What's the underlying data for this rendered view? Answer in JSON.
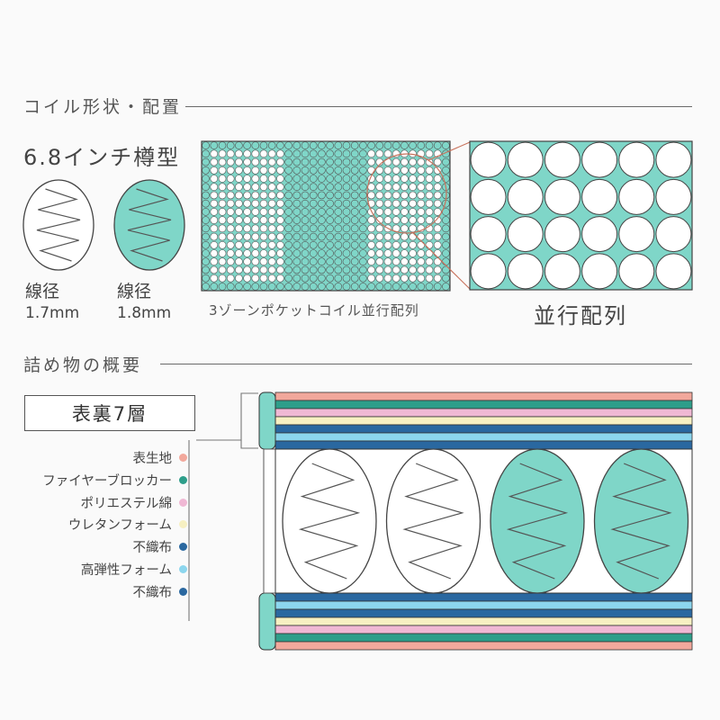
{
  "coil_section": {
    "title": "コイル形状・配置",
    "coil_type_label": "6.8インチ樽型",
    "coils": [
      {
        "label": "線径",
        "value": "1.7mm",
        "color": "#ffffff"
      },
      {
        "label": "線径",
        "value": "1.8mm",
        "color": "#7fd6c8"
      }
    ],
    "zone_caption": "3ゾーンポケットコイル並行配列",
    "zoom_caption": "並行配列"
  },
  "filling_section": {
    "title": "詰め物の概要",
    "layer_box_label": "表裏7層",
    "legend": [
      {
        "label": "表生地",
        "color": "#f2a89c"
      },
      {
        "label": "ファイヤーブロッカー",
        "color": "#2e9e8a"
      },
      {
        "label": "ポリエステル綿",
        "color": "#f0b8d4"
      },
      {
        "label": "ウレタンフォーム",
        "color": "#f7f0c2"
      },
      {
        "label": "不織布",
        "color": "#2a68a0"
      },
      {
        "label": "高弾性フォーム",
        "color": "#8cd6ee"
      },
      {
        "label": "不織布",
        "color": "#2a68a0"
      }
    ]
  },
  "colors": {
    "mint": "#7fd6c8",
    "coral": "#c8725c",
    "line": "#555555"
  }
}
